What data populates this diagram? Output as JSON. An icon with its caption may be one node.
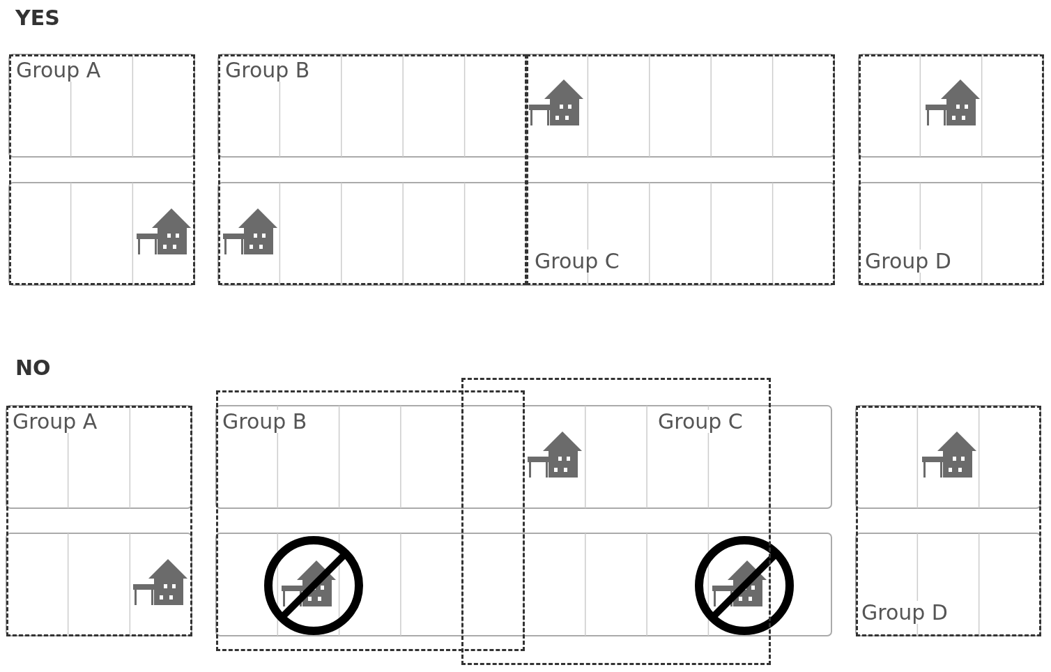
{
  "diagram": {
    "nodes": [
      {
        "text": [
          "Group A"
        ]
      },
      {
        "text": [
          "Group B"
        ]
      },
      {
        "text": [
          "Group C"
        ]
      },
      {
        "text": [
          "Group D"
        ]
      },
      {
        "text": [
          "Group A"
        ]
      },
      {
        "text": [
          "Group B"
        ]
      },
      {
        "text": [
          "Group C"
        ]
      },
      {
        "text": [
          "Group D"
        ]
      }
    ],
    "labels": [
      "YES",
      "NO"
    ]
  }
}
